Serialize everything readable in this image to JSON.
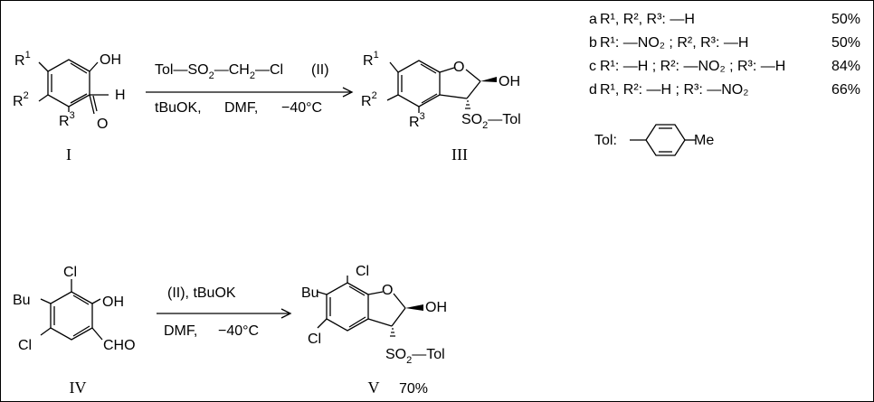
{
  "top": {
    "compound_I": {
      "label": "I",
      "substituents": {
        "r1": "R",
        "r1_sup": "1",
        "r2": "R",
        "r2_sup": "2",
        "r3": "R",
        "r3_sup": "3",
        "oh": "OH",
        "h": "H",
        "o": "O"
      }
    },
    "reagent": {
      "tol": "Tol",
      "so2": "SO",
      "so2_sub": "2",
      "ch2": "CH",
      "ch2_sub": "2",
      "cl": "Cl",
      "tag": "(II)",
      "conditions": [
        "tBuOK,",
        "DMF,",
        "−40°C"
      ]
    },
    "compound_III": {
      "label": "III",
      "substituents": {
        "r1": "R",
        "r1_sup": "1",
        "r2": "R",
        "r2_sup": "2",
        "r3": "R",
        "r3_sup": "3",
        "o": "O",
        "oh": "OH",
        "so2": "SO",
        "so2_sub": "2",
        "tol": "Tol"
      }
    }
  },
  "variants": [
    {
      "letter": "a",
      "text": "R¹, R², R³: —H",
      "yield": "50%"
    },
    {
      "letter": "b",
      "text": "R¹: —NO₂ ; R², R³: —H",
      "yield": "50%"
    },
    {
      "letter": "c",
      "text": "R¹: —H ; R²: —NO₂ ; R³: —H",
      "yield": "84%"
    },
    {
      "letter": "d",
      "text": "R¹, R²: —H ; R³: —NO₂",
      "yield": "66%"
    }
  ],
  "tol_def": {
    "label": "Tol:",
    "me": "Me"
  },
  "bottom": {
    "compound_IV": {
      "label": "IV",
      "substituents": {
        "cl_top": "Cl",
        "bu": "Bu",
        "oh": "OH",
        "cl_bottom": "Cl",
        "cho": "CHO"
      }
    },
    "reagent": {
      "line1": "(II), tBuOK",
      "conditions": [
        "DMF,",
        "−40°C"
      ]
    },
    "compound_V": {
      "label": "V",
      "yield": "70%",
      "substituents": {
        "cl_top": "Cl",
        "bu": "Bu",
        "o": "O",
        "oh": "OH",
        "cl_bottom": "Cl",
        "so2": "SO",
        "so2_sub": "2",
        "tol": "Tol"
      }
    }
  }
}
